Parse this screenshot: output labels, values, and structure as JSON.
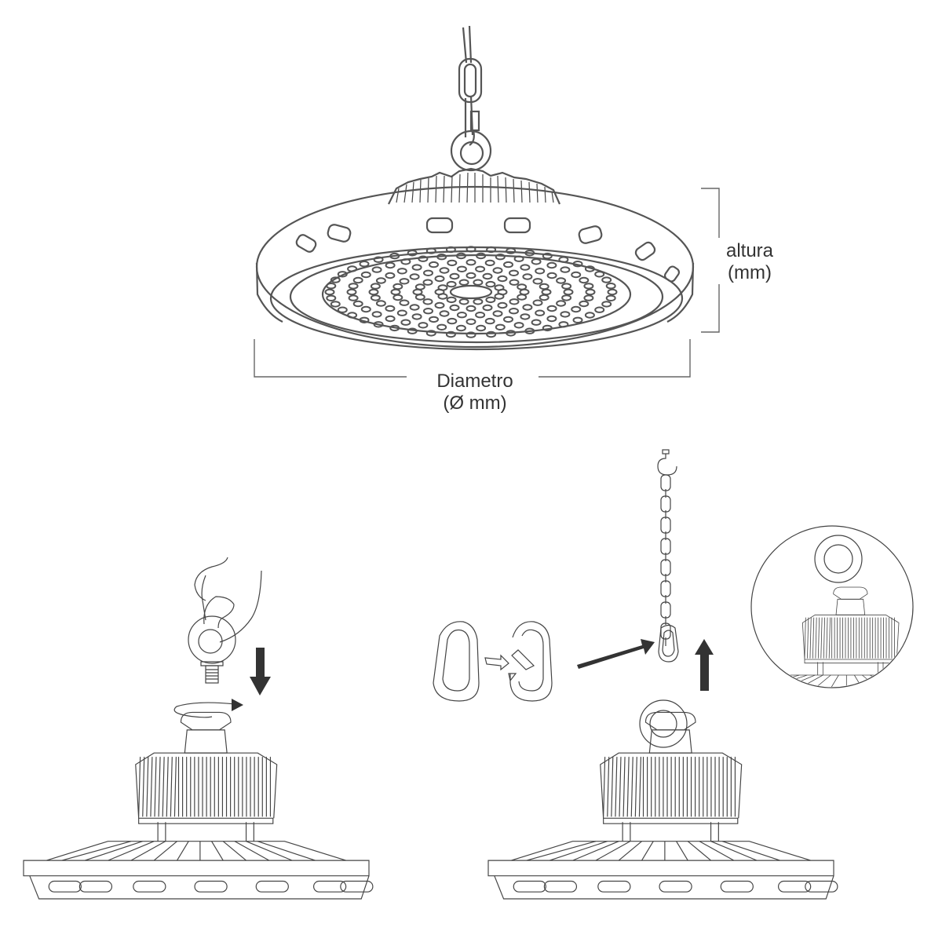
{
  "diagram": {
    "title": "UFO high-bay LED luminaire dimensions and installation",
    "main_view": {
      "dimension_height": {
        "label_line1": "altura",
        "label_line2": "(mm)"
      },
      "dimension_diameter": {
        "label_line1": "Diametro",
        "label_line2": "(Ø mm)"
      }
    },
    "steps": [
      {
        "id": "step-1",
        "description": "Screw eye bolt into top of luminaire (turn clockwise)",
        "icons": [
          "hand-icon",
          "eye-bolt-icon",
          "down-arrow-icon",
          "rotate-arrow-icon"
        ]
      },
      {
        "id": "step-2",
        "description": "Open carabiner and attach to chain, hang luminaire from hook",
        "icons": [
          "carabiner-icon",
          "chain-icon",
          "hook-icon",
          "up-arrow-icon"
        ]
      },
      {
        "id": "step-3",
        "description": "Detail: eye bolt fitted on heat sink",
        "icons": [
          "detail-circle"
        ]
      }
    ],
    "colors": {
      "line": "#555555",
      "text": "#333333",
      "arrow": "#333333",
      "background": "#ffffff"
    }
  }
}
